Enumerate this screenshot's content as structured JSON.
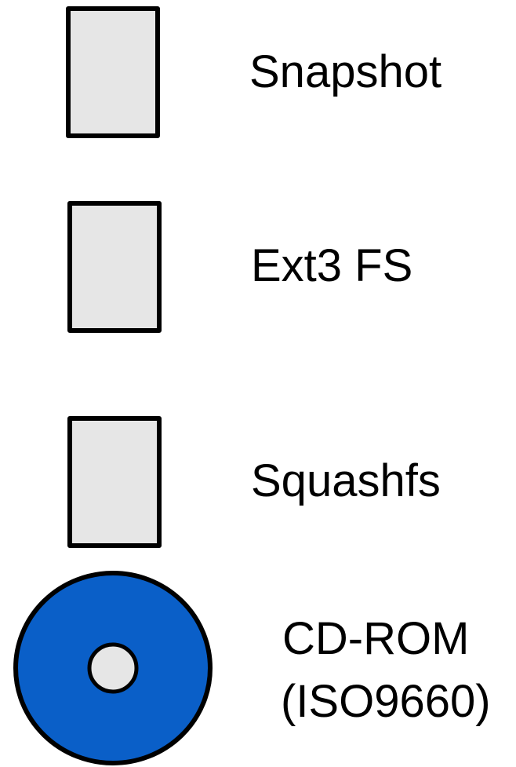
{
  "legend": {
    "items": [
      {
        "label": "Snapshot",
        "icon": "layer-box-icon",
        "fill": "#e6e6e6"
      },
      {
        "label": "Ext3 FS",
        "icon": "layer-box-icon",
        "fill": "#e6e6e6"
      },
      {
        "label": "Squashfs",
        "icon": "layer-box-icon",
        "fill": "#e6e6e6"
      },
      {
        "label_line1": "CD-ROM",
        "label_line2": "(ISO9660)",
        "icon": "cd-rom-disc-icon",
        "fill": "#0a5fc8",
        "hole_fill": "#e6e6e6"
      }
    ]
  }
}
